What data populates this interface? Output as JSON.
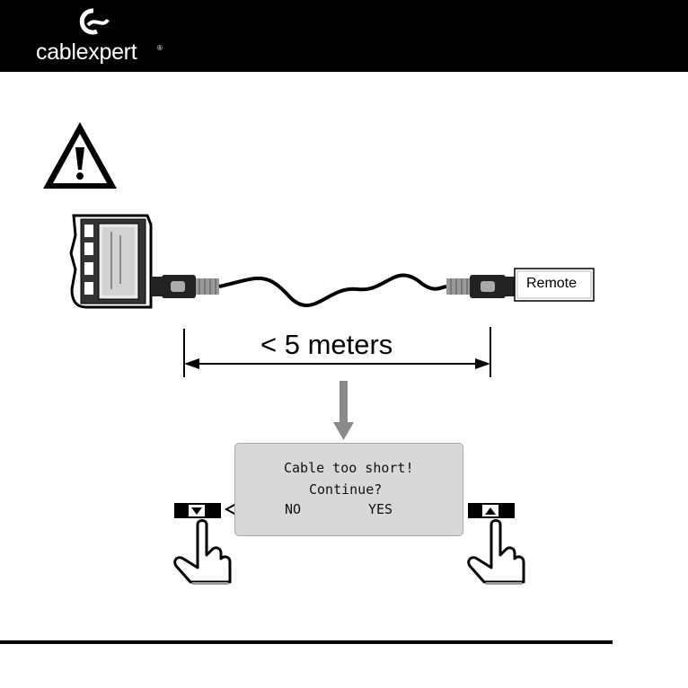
{
  "brand": {
    "name": "cablexpert",
    "registered_mark": "®"
  },
  "icons": {
    "logo": "cablexpert-logo-icon",
    "warning": "warning-triangle-icon",
    "hand_left": "pointing-hand-icon",
    "hand_right": "pointing-hand-icon",
    "arrow_down": "arrow-down-icon",
    "arrow_left": "hollow-arrow-left-icon",
    "arrow_right": "hollow-arrow-right-icon"
  },
  "diagram": {
    "remote_label": "Remote",
    "distance_label": "< 5 meters"
  },
  "lcd": {
    "line1": "Cable too short!",
    "line2": "Continue?",
    "no_label": "NO",
    "yes_label": "YES"
  },
  "buttons": {
    "down_symbol": "▼",
    "up_symbol": "▲"
  },
  "colors": {
    "header": "#000000",
    "lcd_bg": "#d8d8d8",
    "arrow_gray": "#8a8a8a"
  }
}
